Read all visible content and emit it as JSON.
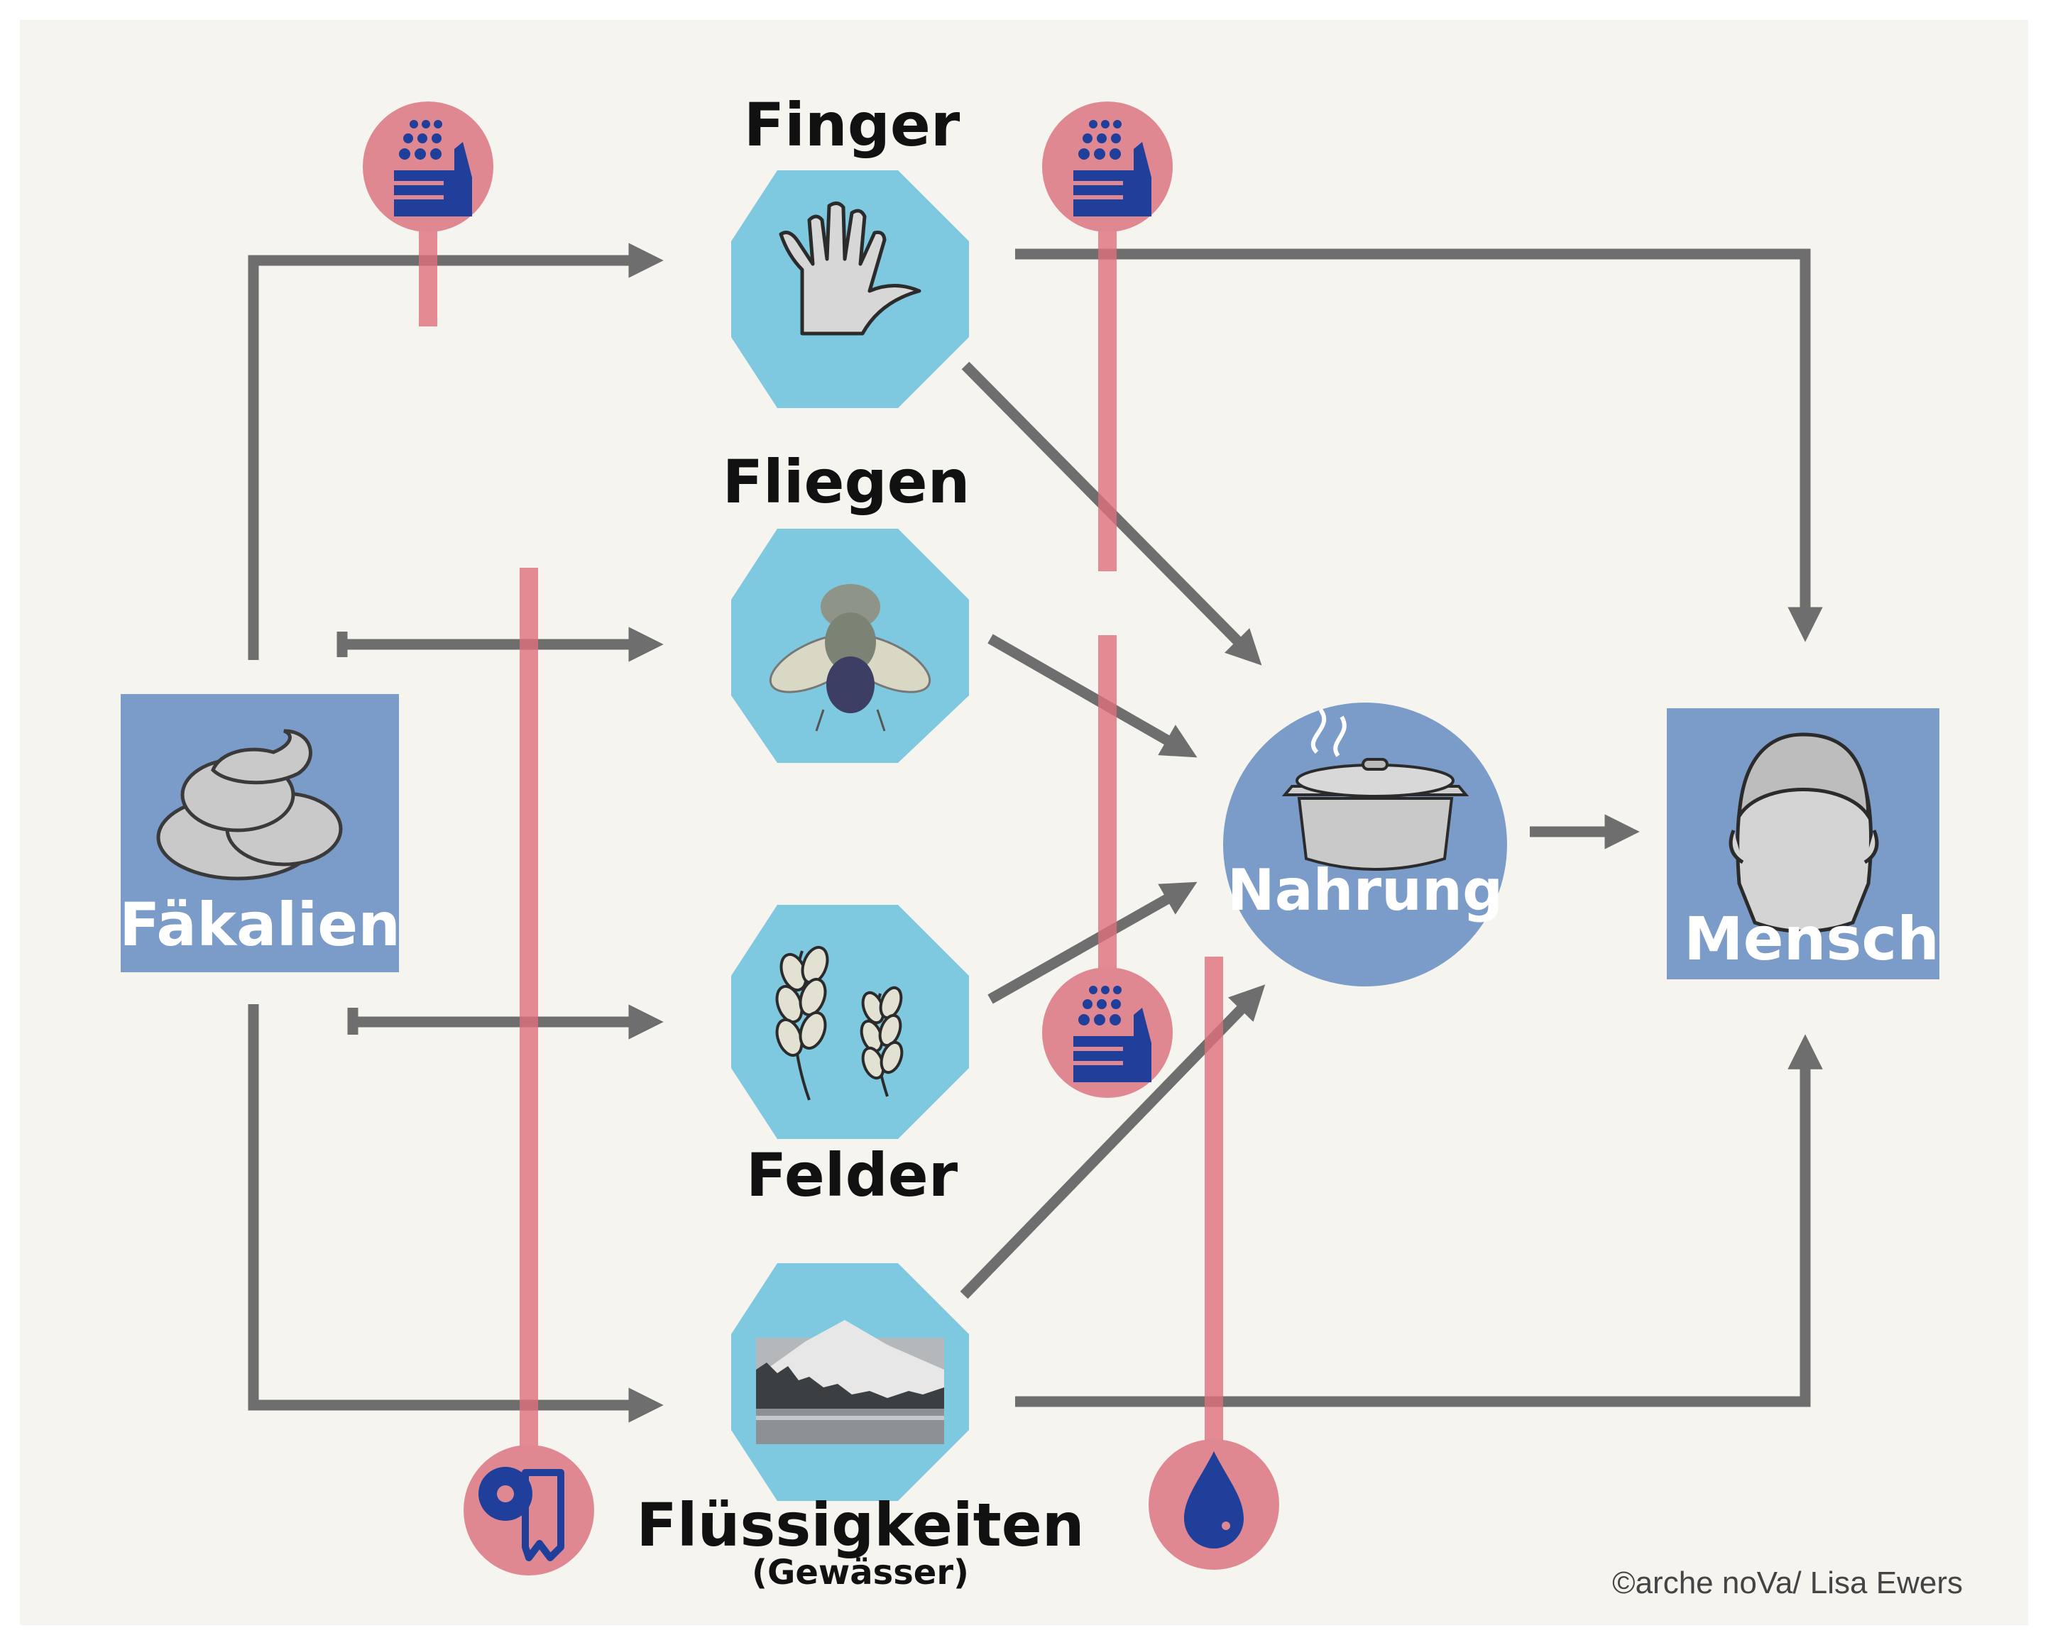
{
  "nodes": {
    "source": {
      "label": "Fäkalien",
      "icon": "feces-icon"
    },
    "finger": {
      "label": "Finger",
      "icon": "hand-icon"
    },
    "fliegen": {
      "label": "Fliegen",
      "icon": "fly-icon"
    },
    "felder": {
      "label": "Felder",
      "icon": "wheat-icon"
    },
    "fluessigkeiten": {
      "label": "Flüssigkeiten",
      "sublabel": "(Gewässer)",
      "icon": "lake-mountain-icon"
    },
    "nahrung": {
      "label": "Nahrung",
      "icon": "cooking-pot-icon"
    },
    "mensch": {
      "label": "Mensch",
      "icon": "human-head-icon"
    }
  },
  "barriers": [
    {
      "icon": "hand-washing-icon"
    },
    {
      "icon": "hand-washing-icon"
    },
    {
      "icon": "hand-washing-icon"
    },
    {
      "icon": "toilet-icon"
    },
    {
      "icon": "water-drop-icon"
    }
  ],
  "credit": "©arche noVa/ Lisa Ewers",
  "colors": {
    "background": "#f5f4ef",
    "box_blue": "#7b9bc8",
    "octagon_cyan": "#7ec8e0",
    "arrow_gray": "#6e6e6e",
    "barrier_red": "#e0707d",
    "barrier_circle": "#e08891",
    "icon_navy": "#1f3f9a"
  }
}
